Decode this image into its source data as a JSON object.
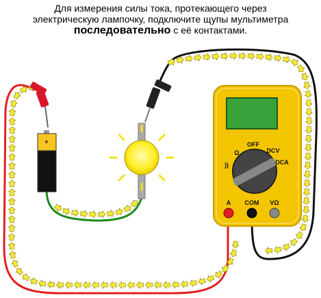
{
  "caption": {
    "line1": "Для измерения силы тока, протекающего через",
    "line2": "электрическую лампочку, подключите щупы мультиметра",
    "emphasis": "последовательно",
    "line3_rest": " с её контактами."
  },
  "battery": {
    "plus_sign": "+"
  },
  "multimeter": {
    "label_off": "OFF",
    "label_ohm": "Ω",
    "label_dcv": "DCV",
    "label_dca": "DCA",
    "label_sound": "))",
    "jack_a": "A",
    "jack_com": "COM",
    "jack_v": "VΩ"
  },
  "colors": {
    "meter_body": "#f3c400",
    "meter_display": "#3aa23a",
    "red_wire": "#e02020",
    "black_wire": "#111111",
    "green_wire": "#1a8a1a",
    "arrow": "#f1e83a",
    "bulb": "#ffee22"
  }
}
